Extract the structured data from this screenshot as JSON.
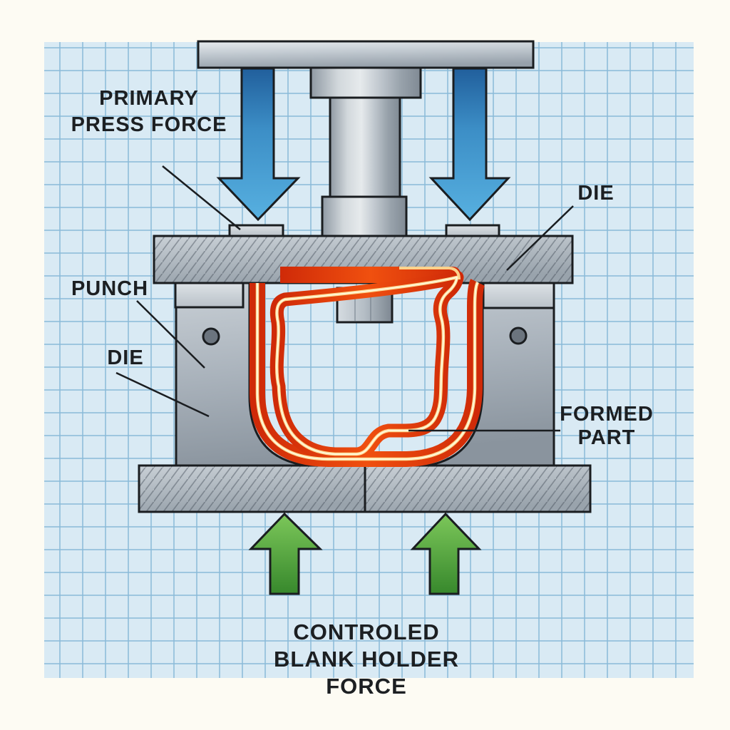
{
  "labels": {
    "primary_press_force": [
      "PRIMARY",
      "PRESS FORCE"
    ],
    "die_top": "DIE",
    "punch": "PUNCH",
    "die_left": "DIE",
    "formed_part": [
      "FORMED",
      "PART"
    ],
    "blank_holder_force": [
      "CONTROLED",
      "BLANK HOLDER",
      "FORCE"
    ]
  },
  "palette": {
    "page_background": "#fdfbf3",
    "graph_paper_background": "#d9eaf4",
    "graph_paper_line": "#8abad8",
    "outline_black": "#1a1d20",
    "steel_light": "#e3e8ec",
    "steel_mid": "#b4bdc5",
    "steel_dark": "#828c96",
    "press_force_arrow_blue_dark": "#215f9c",
    "press_force_arrow_blue_light": "#57b0e0",
    "blank_holder_arrow_green_light": "#74c452",
    "blank_holder_arrow_green_dark": "#37882c",
    "formed_part_red_dark": "#cf2a08",
    "formed_part_red_light": "#f0500f",
    "formed_part_glow": "#ffe39a",
    "label_text": "#1c1f22"
  },
  "icons": {
    "down_arrows": {
      "count": 2,
      "color": "blue",
      "meaning": "primary press force pushing down"
    },
    "up_arrows": {
      "count": 2,
      "color": "green",
      "meaning": "controlled blank holder force pushing up"
    },
    "bolt_holes": {
      "count": 2
    }
  }
}
